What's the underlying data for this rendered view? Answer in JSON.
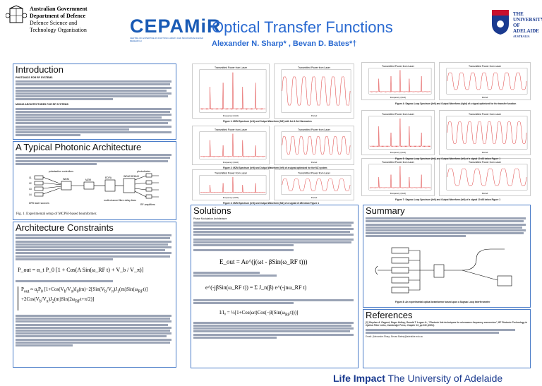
{
  "header": {
    "dept_lines": [
      "Australian Government",
      "Department of Defence",
      "Defence Science and",
      "Technology Organisation"
    ],
    "cepamir": "CEPAMiR",
    "cepamir_sub": "CENTRE OF EXPERTISE IN PHOTONIC ARRAY AND MICROWAVE RADAR RESEARCH",
    "title": "Optical Transfer Functions",
    "authors": "Alexander N. Sharp* , Bevan D. Bates*†",
    "uoa_lines": [
      "THE UNIVERSITY",
      "OF ADELAIDE",
      "AUSTRALIA"
    ]
  },
  "sections": {
    "intro": {
      "title": "Introduction",
      "sub1": "PHOTONICS FOR RF SYSTEMS",
      "sub2": "MIXING ARCHITECTURES FOR RF SYSTEMS"
    },
    "typical": {
      "title": "A Typical Photonic  Architecture",
      "fig_caption": "Fig. 1.   Experimental setup of MCPSI-based beamformer."
    },
    "constraints": {
      "title": "Architecture Constraints"
    },
    "solutions": {
      "title": "Solutions",
      "sub": "Phase Modulation Architecture"
    },
    "summary": {
      "title": "Summary"
    },
    "references": {
      "title": "References"
    }
  },
  "figures": {
    "fig1": "Figure 1: MZM Spectrum (left) and Output Waveform (MZ) with 1st & 3rd Harmonics",
    "fig2": "Figure 2: MZM Spectrum (left) and Output Waveform (left) of a signal optimized for the MZ system",
    "fig3": "Figure 3: MZM Spectrum (left) and Output Waveform (MZ) of a signal 10 dB below Figure 1",
    "fig4": "Figure 4: Sagnac Loop Spectrum (left) and Output Waveform (right) of a signal optimized for the transfer function",
    "fig5": "Figure 5: Sagnac Loop Spectrum (left) and Output Waveform (left) of a signal 10 dB below Figure 1",
    "fig6": "Figure 7: Sagnac Loop Spectrum (left) and Output Waveform (left) of a signal 10 dB below Figure 1",
    "fig8": "Figure 8: An experimental optical beamformer based upon a Sagnac Loop Interferometer",
    "plot_left_title": "Transmitted Power from Laser",
    "plot_right_title": "Transmitted Power from Laser",
    "xlabel_left": "Frequency (GHz)",
    "xlabel_right": "Period"
  },
  "equations": {
    "eq1": "P_out = α_t P_0 [1 + Cos(A Sin(ω_RF t) + V_b / V_π)]",
    "eq2": "E_out = Ae^(j(ωt - βSin(ω_RF t)))",
    "eq3": "e^(-jβSin(ω_RF t)) = Σ J_n(β) e^(-jnω_RF t)"
  },
  "diagram_labels": {
    "laser1": "λ1",
    "laser2": "λ2",
    "laser3": "λ3",
    "laser4": "λ4",
    "polariser": "polarisation controllers",
    "photodiodes": "photodiodes",
    "wdm": "WDM",
    "dfb": "DFB laser sources",
    "dmux": "WDM DEMUX",
    "edfa": "EDFA",
    "mzm": "MZM",
    "fibre": "multi-channel fibre delay lines",
    "rfamp": "RF amplifiers"
  },
  "references": {
    "ref1": "[1] Stephen A. Pappert, Roger Helkey, Ronald T. Logan Jr., \"Photonic link techniques for microwave frequency conversion\", RF Photonic Technology in Optical Fiber Links, Cambridge Press, Chapter 13, pp 331 (2002).",
    "ref2": "Email: (Alexander.Sharp, Bevan.Bates)@adelaide.edu.au"
  },
  "footer": {
    "impact": "Life Impact",
    "uni": "The University of Adelaide"
  },
  "colors": {
    "accent": "#2a6ad1",
    "box_border": "#4a7cc8",
    "trace": "#d33"
  }
}
